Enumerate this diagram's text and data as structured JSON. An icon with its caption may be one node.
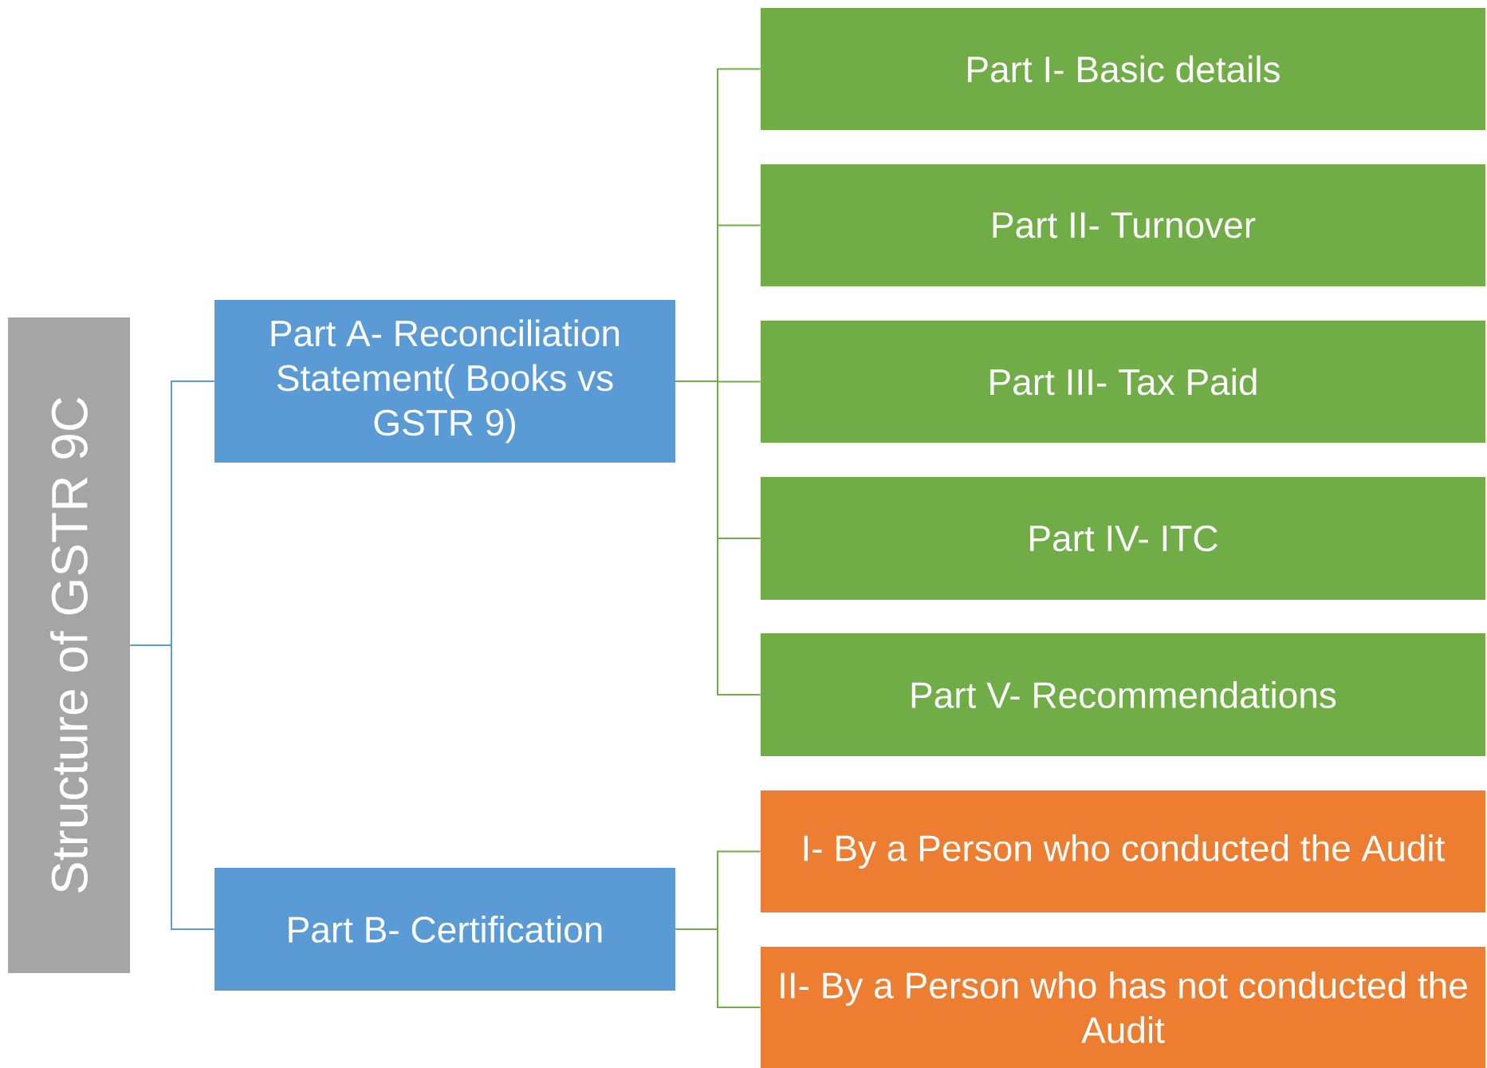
{
  "diagram": {
    "nodes": [
      {
        "text": [
          "Structure of GSTR 9C"
        ]
      },
      {
        "text": [
          "Part A- Reconciliation Statement( Books vs GSTR 9)"
        ]
      },
      {
        "text": [
          "Part B- Certification"
        ]
      },
      {
        "text": [
          "Part I- Basic details"
        ]
      },
      {
        "text": [
          "Part II- Turnover"
        ]
      },
      {
        "text": [
          "Part III- Tax Paid"
        ]
      },
      {
        "text": [
          "Part IV- ITC"
        ]
      },
      {
        "text": [
          "Part V- Recommendations"
        ]
      },
      {
        "text": [
          "I- By a Person who conducted the Audit"
        ]
      },
      {
        "text": [
          "II- By a Person who has not conducted the Audit"
        ]
      }
    ],
    "edges": [
      {
        "from": 0,
        "to": 1,
        "arrow": "none",
        "color": "#5b9bd5"
      },
      {
        "from": 0,
        "to": 2,
        "arrow": "none",
        "color": "#5b9bd5"
      },
      {
        "from": 1,
        "to": 3,
        "arrow": "none"
      },
      {
        "from": 1,
        "to": 4,
        "arrow": "none"
      },
      {
        "from": 1,
        "to": 5,
        "arrow": "none"
      },
      {
        "from": 1,
        "to": 6,
        "arrow": "none"
      },
      {
        "from": 1,
        "to": 7,
        "arrow": "none"
      },
      {
        "from": 2,
        "to": 8,
        "arrow": "none"
      },
      {
        "from": 2,
        "to": 9,
        "arrow": "none"
      }
    ]
  }
}
